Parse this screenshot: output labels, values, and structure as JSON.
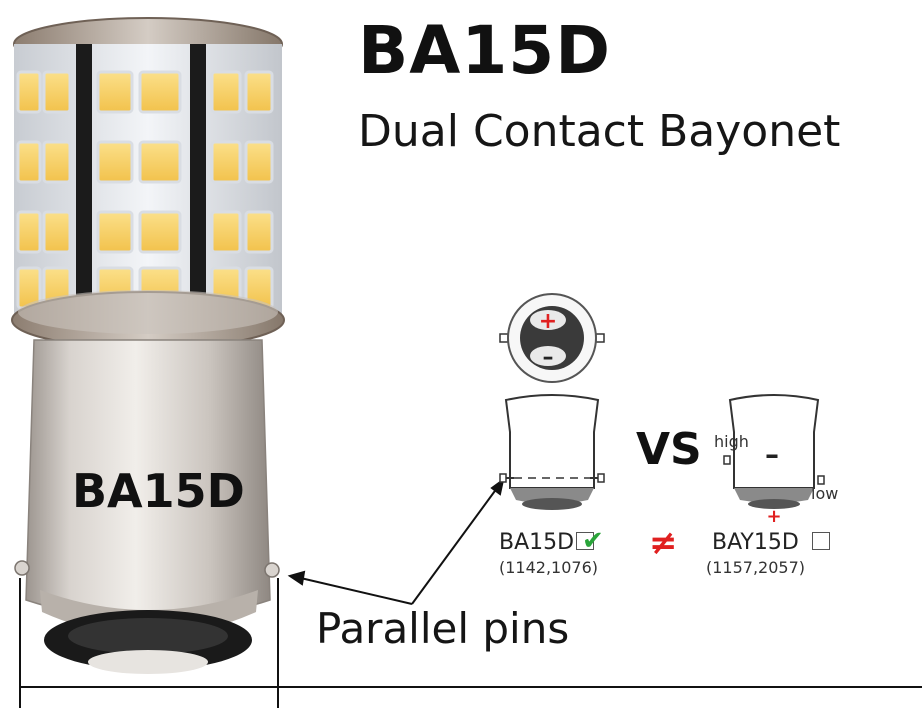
{
  "heading": {
    "title": "BA15D",
    "subtitle": "Dual Contact Bayonet"
  },
  "bulb": {
    "base_label": "BA15D"
  },
  "callout": {
    "text": "Parallel pins"
  },
  "comparison": {
    "vs_text": "VS",
    "not_equal_symbol": "≠",
    "left": {
      "label": "BA15D",
      "codes": "(1142,1076)",
      "checked": true
    },
    "right": {
      "label": "BAY15D",
      "codes": "(1157,2057)",
      "checked": false,
      "high_text": "high",
      "low_text": "low",
      "minus_text": "–"
    },
    "top_view": {
      "plus_text": "+",
      "minus_text": "–"
    }
  },
  "colors": {
    "led_yellow": "#f7d46a",
    "board_white": "#e9edf2",
    "metal_base": "#cfcac5",
    "plus_red": "#e02020",
    "check_green": "#2aa43a"
  }
}
